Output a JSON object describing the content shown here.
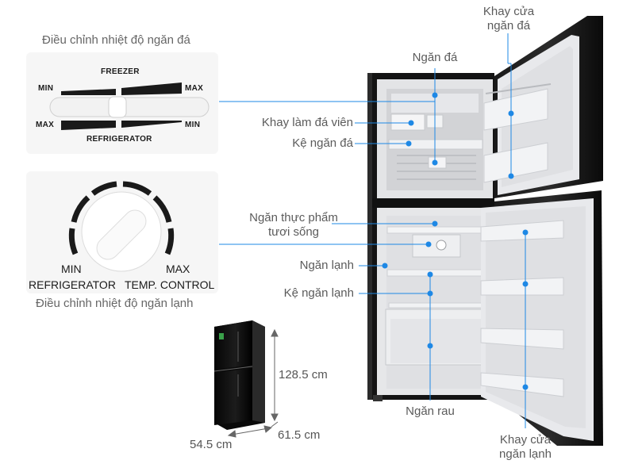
{
  "freezer_control": {
    "caption": "Điều chỉnh nhiệt độ ngăn đá",
    "top_label": "FREEZER",
    "top_min": "MIN",
    "top_max": "MAX",
    "bottom_label": "REFRIGERATOR",
    "bottom_max": "MAX",
    "bottom_min": "MIN"
  },
  "fridge_control": {
    "caption": "Điều chỉnh nhiệt độ ngăn lạnh",
    "min_label": "MIN",
    "max_label": "MAX",
    "left_label": "REFRIGERATOR",
    "right_label": "TEMP. CONTROL"
  },
  "callouts": {
    "freezer_compartment": "Ngăn đá",
    "freezer_door_tray_1": "Khay cửa",
    "freezer_door_tray_2": "ngăn đá",
    "ice_tray": "Khay làm đá viên",
    "freezer_shelf": "Kệ ngăn đá",
    "fresh_food_1": "Ngăn thực phẩm",
    "fresh_food_2": "tươi sống",
    "chiller": "Ngăn lạnh",
    "chiller_shelf": "Kệ ngăn lạnh",
    "vegetable_drawer": "Ngăn rau",
    "fridge_door_tray_1": "Khay cửa",
    "fridge_door_tray_2": "ngăn lạnh"
  },
  "dimensions": {
    "height": "128.5 cm",
    "depth": "61.5 cm",
    "width": "54.5 cm"
  },
  "colors": {
    "callout_line": "#1e88e5",
    "fridge_body": "#111111",
    "interior": "#e9eaec"
  }
}
